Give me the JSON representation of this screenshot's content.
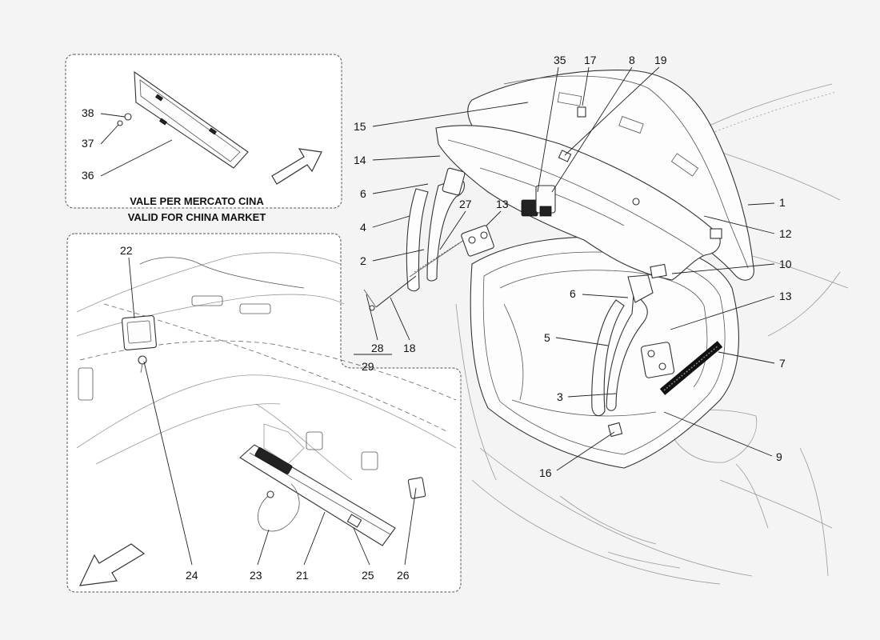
{
  "notes": {
    "line1": "VALE PER MERCATO CINA",
    "line2": "VALID FOR CHINA MARKET"
  },
  "callouts": {
    "c1": "1",
    "c2": "2",
    "c3": "3",
    "c4": "4",
    "c5": "5",
    "c6a": "6",
    "c6b": "6",
    "c7": "7",
    "c8": "8",
    "c9": "9",
    "c10": "10",
    "c12": "12",
    "c13a": "13",
    "c13b": "13",
    "c14": "14",
    "c15": "15",
    "c16": "16",
    "c17": "17",
    "c18": "18",
    "c19": "19",
    "c21": "21",
    "c22": "22",
    "c23": "23",
    "c24": "24",
    "c25": "25",
    "c26": "26",
    "c27": "27",
    "c28": "28",
    "c29": "29",
    "c35": "35",
    "c36": "36",
    "c37": "37",
    "c38": "38"
  },
  "icons": {
    "inset_arrow": "arrow-up-right-icon",
    "direction_arrow": "arrow-down-left-icon"
  }
}
